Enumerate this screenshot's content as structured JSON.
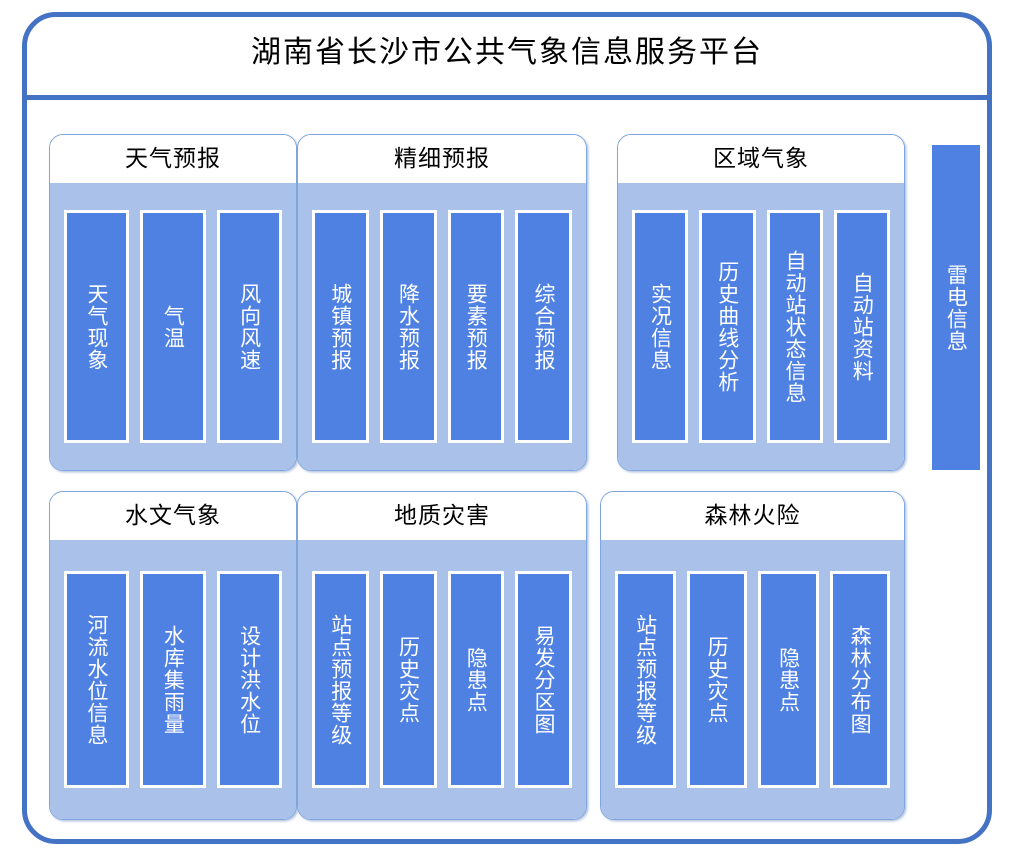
{
  "platform": {
    "title": "湖南省长沙市公共气象信息服务平台"
  },
  "colors": {
    "frame_border": "#4472c4",
    "group_border": "#7ea5dd",
    "group_body": "#aac2ea",
    "tile_fill": "#4f81e3",
    "tile_border": "#ffffff",
    "text_dark": "#000000",
    "text_light": "#ffffff"
  },
  "groups": [
    {
      "id": "weather-forecast",
      "title": "天气预报",
      "items": [
        {
          "label": "天气现象"
        },
        {
          "label": "气温"
        },
        {
          "label": "风向风速"
        }
      ]
    },
    {
      "id": "fine-forecast",
      "title": "精细预报",
      "items": [
        {
          "label": "城镇预报"
        },
        {
          "label": "降水预报"
        },
        {
          "label": "要素预报"
        },
        {
          "label": "综合预报"
        }
      ]
    },
    {
      "id": "regional-meteorology",
      "title": "区域气象",
      "items": [
        {
          "label": "实况信息"
        },
        {
          "label": "历史曲线分析"
        },
        {
          "label": "自动站状态信息"
        },
        {
          "label": "自动站资料"
        }
      ]
    },
    {
      "id": "hydro-meteorology",
      "title": "水文气象",
      "items": [
        {
          "label": "河流水位信息"
        },
        {
          "label": "水库集雨量"
        },
        {
          "label": "设计洪水位"
        }
      ]
    },
    {
      "id": "geological-hazard",
      "title": "地质灾害",
      "items": [
        {
          "label": "站点预报等级"
        },
        {
          "label": "历史灾点"
        },
        {
          "label": "隐患点"
        },
        {
          "label": "易发分区图"
        }
      ]
    },
    {
      "id": "forest-fire-risk",
      "title": "森林火险",
      "items": [
        {
          "label": "站点预报等级"
        },
        {
          "label": "历史灾点"
        },
        {
          "label": "隐患点"
        },
        {
          "label": "森林分布图"
        }
      ]
    }
  ],
  "standalone": {
    "lightning": {
      "label": "雷电信息"
    }
  }
}
